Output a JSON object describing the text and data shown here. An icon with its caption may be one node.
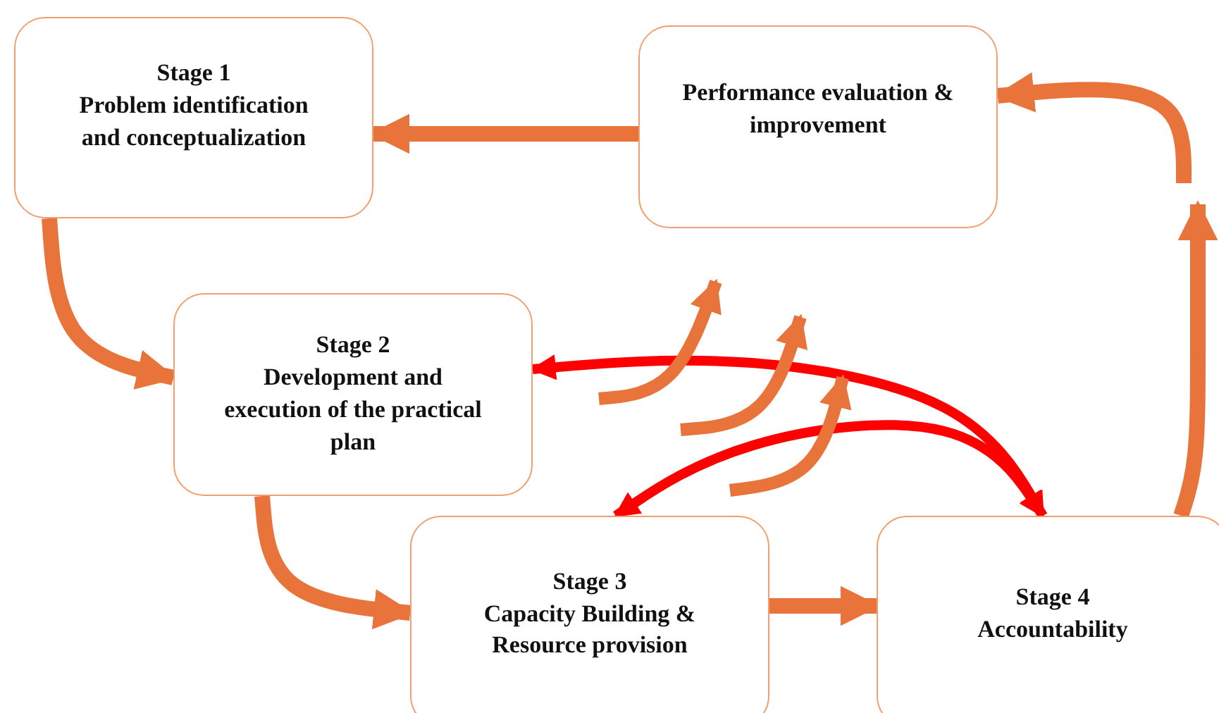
{
  "diagram": {
    "nodes": [
      {
        "text": [
          "Stage 1",
          "Problem identification and conceptualization"
        ]
      },
      {
        "text": [
          "Performance evaluation & improvement"
        ]
      },
      {
        "text": [
          "Stage 2",
          "Development and execution of the practical plan"
        ]
      },
      {
        "text": [
          "Stage 3",
          "Capacity Building & Resource provision"
        ]
      },
      {
        "text": [
          "Stage 4",
          "Accountability"
        ]
      }
    ],
    "edges": [
      {
        "from": 1,
        "to": 0,
        "arrow": "to"
      },
      {
        "from": 0,
        "to": 2,
        "arrow": "to"
      },
      {
        "from": 2,
        "to": 3,
        "arrow": "to"
      },
      {
        "from": 3,
        "to": 4,
        "arrow": "to"
      },
      {
        "from": 4,
        "to": null,
        "arrow": "to"
      },
      {
        "from": null,
        "to": 1,
        "arrow": "to"
      },
      {
        "from": 2,
        "to": 4,
        "arrow": "both",
        "color": "#ff0000"
      },
      {
        "from": 3,
        "to": 4,
        "arrow": "both",
        "color": "#ff0000"
      }
    ]
  }
}
